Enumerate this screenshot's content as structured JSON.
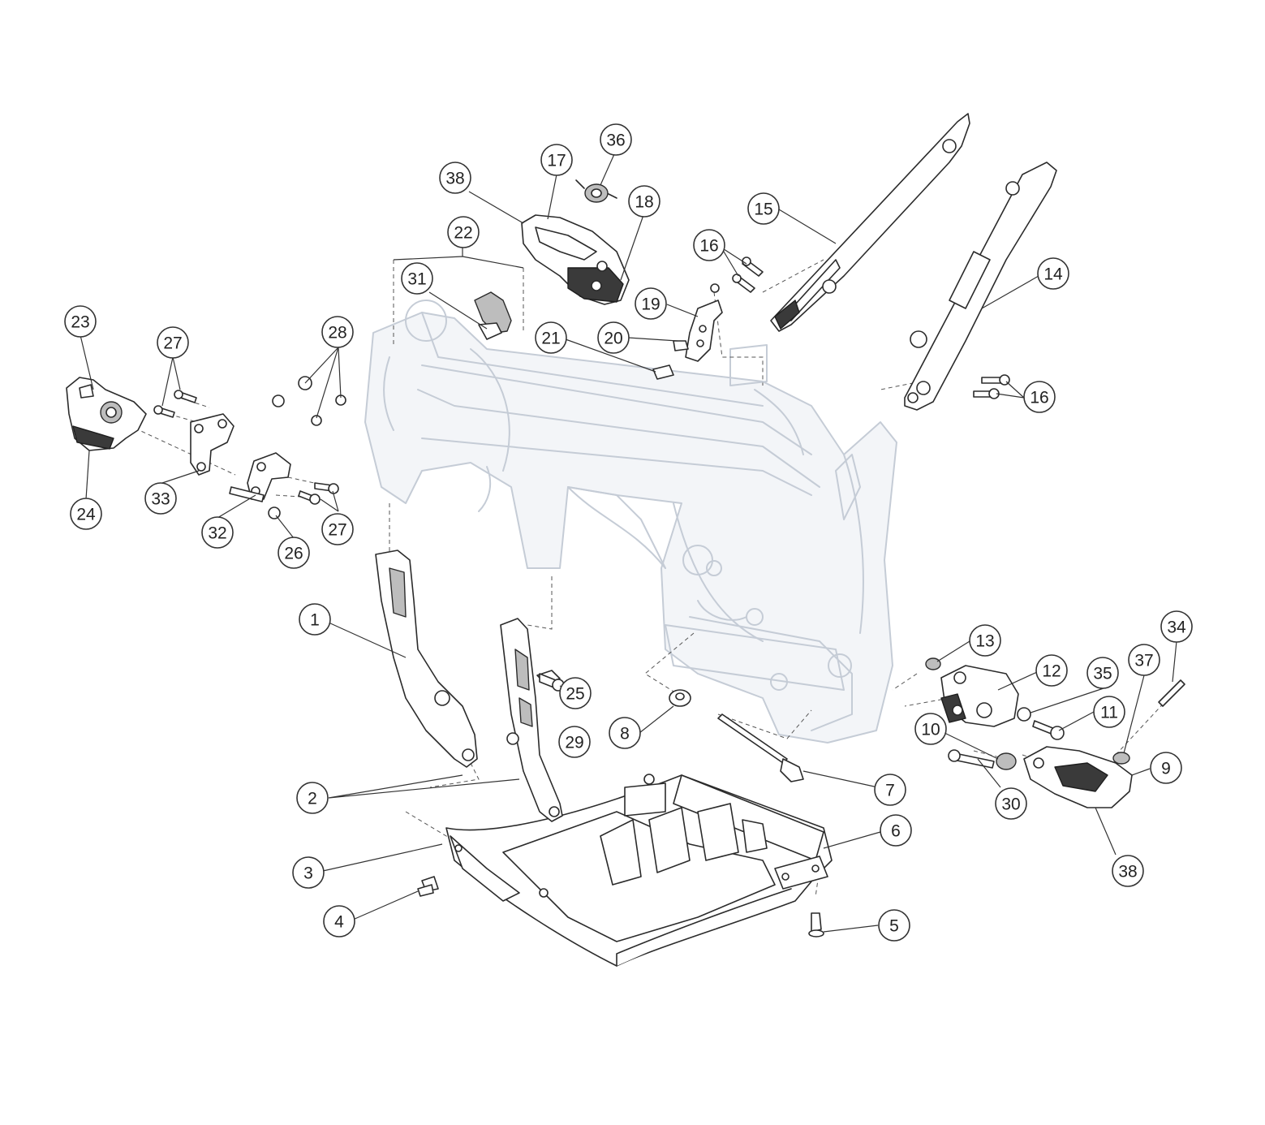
{
  "diagram": {
    "callouts": [
      {
        "id": "c1",
        "label": "1"
      },
      {
        "id": "c2",
        "label": "2"
      },
      {
        "id": "c3",
        "label": "3"
      },
      {
        "id": "c4",
        "label": "4"
      },
      {
        "id": "c5",
        "label": "5"
      },
      {
        "id": "c6",
        "label": "6"
      },
      {
        "id": "c7",
        "label": "7"
      },
      {
        "id": "c8",
        "label": "8"
      },
      {
        "id": "c9",
        "label": "9"
      },
      {
        "id": "c10",
        "label": "10"
      },
      {
        "id": "c11",
        "label": "11"
      },
      {
        "id": "c12",
        "label": "12"
      },
      {
        "id": "c13",
        "label": "13"
      },
      {
        "id": "c14",
        "label": "14"
      },
      {
        "id": "c15",
        "label": "15"
      },
      {
        "id": "c16a",
        "label": "16"
      },
      {
        "id": "c16b",
        "label": "16"
      },
      {
        "id": "c17",
        "label": "17"
      },
      {
        "id": "c18",
        "label": "18"
      },
      {
        "id": "c19",
        "label": "19"
      },
      {
        "id": "c20",
        "label": "20"
      },
      {
        "id": "c21",
        "label": "21"
      },
      {
        "id": "c22",
        "label": "22"
      },
      {
        "id": "c23",
        "label": "23"
      },
      {
        "id": "c24",
        "label": "24"
      },
      {
        "id": "c25",
        "label": "25"
      },
      {
        "id": "c26",
        "label": "26"
      },
      {
        "id": "c27a",
        "label": "27"
      },
      {
        "id": "c27b",
        "label": "27"
      },
      {
        "id": "c28",
        "label": "28"
      },
      {
        "id": "c29",
        "label": "29"
      },
      {
        "id": "c30",
        "label": "30"
      },
      {
        "id": "c31",
        "label": "31"
      },
      {
        "id": "c32",
        "label": "32"
      },
      {
        "id": "c33",
        "label": "33"
      },
      {
        "id": "c34",
        "label": "34"
      },
      {
        "id": "c35",
        "label": "35"
      },
      {
        "id": "c36",
        "label": "36"
      },
      {
        "id": "c37",
        "label": "37"
      },
      {
        "id": "c38a",
        "label": "38"
      },
      {
        "id": "c38b",
        "label": "38"
      }
    ],
    "colors": {
      "frame_outline": "#c5ccd6",
      "part_outline": "#2b2b2b",
      "background": "#ffffff"
    }
  }
}
